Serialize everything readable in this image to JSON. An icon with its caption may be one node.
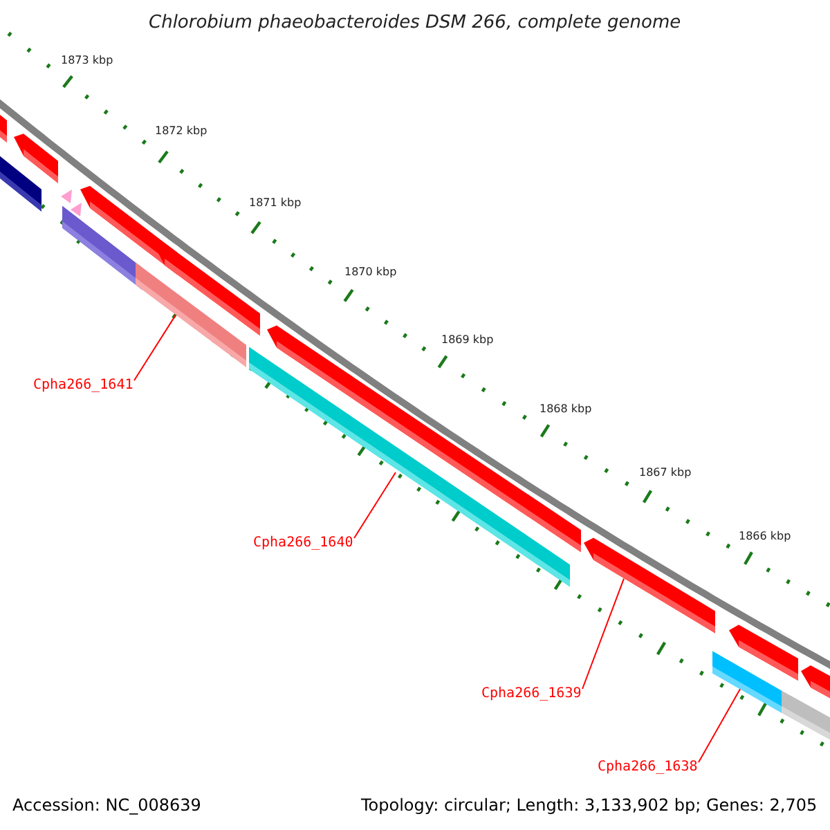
{
  "diagram": {
    "title": "Chlorobium phaeobacteroides DSM 266, complete genome",
    "nodes": [
      {
        "text": [
          "Cpha266_1641"
        ]
      },
      {
        "text": [
          "Cpha266_1640"
        ]
      },
      {
        "text": [
          "Cpha266_1639"
        ]
      },
      {
        "text": [
          "Cpha266_1638"
        ]
      },
      {
        "text": [],
        "shape": "bar"
      },
      {
        "text": [],
        "shape": "bar"
      },
      {
        "text": [],
        "shape": "bar"
      },
      {
        "text": [],
        "shape": "bar"
      }
    ],
    "edges": [
      {
        "from": 0,
        "to": 4,
        "arrow": "none"
      },
      {
        "from": 1,
        "to": 5,
        "arrow": "none"
      },
      {
        "from": 2,
        "to": 6,
        "arrow": "none"
      },
      {
        "from": 3,
        "to": 7,
        "arrow": "none"
      }
    ],
    "labels": [
      "1873 kbp",
      "1872 kbp",
      "1871 kbp",
      "1870 kbp",
      "1869 kbp",
      "1868 kbp",
      "1867 kbp",
      "1866 kbp",
      "Accession: NC_008639",
      "Topology: circular; Length: 3,133,902 bp; Genes: 2,705"
    ]
  }
}
